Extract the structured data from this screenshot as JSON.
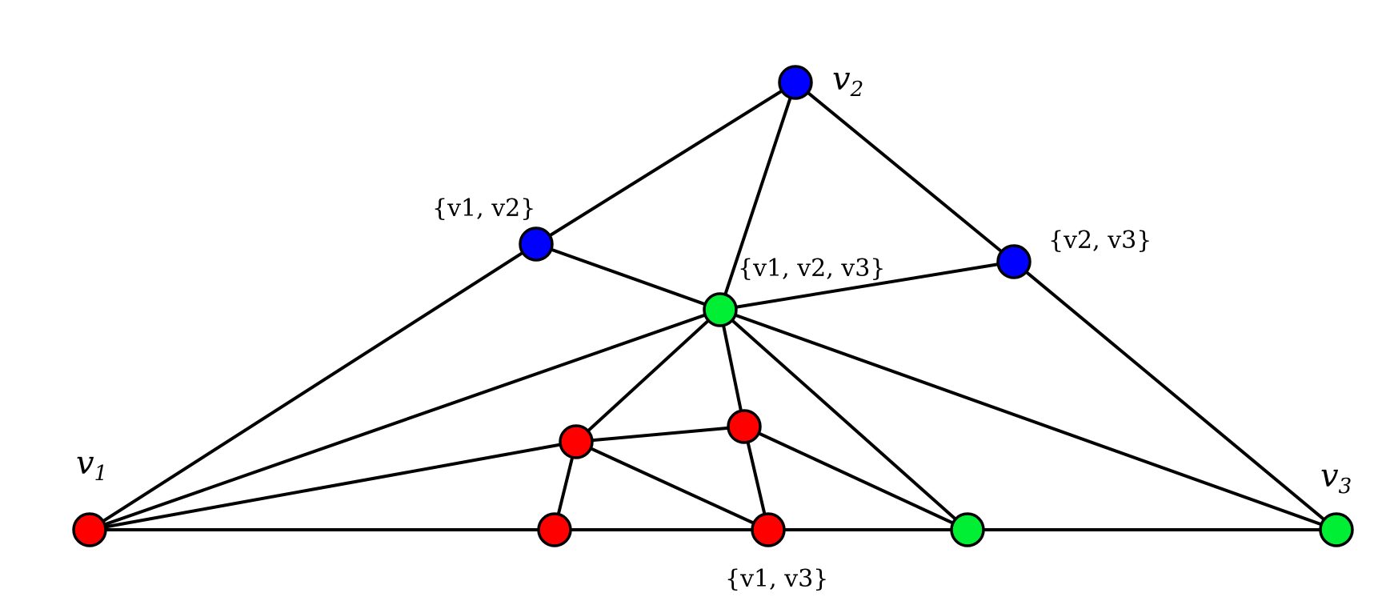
{
  "colors": {
    "red": "#ff0000",
    "green": "#00ee33",
    "blue": "#0000ff",
    "edge": "#000000"
  },
  "vertices": {
    "v1": {
      "label_base": "v",
      "label_sub": "1",
      "color": "red"
    },
    "v2": {
      "label_base": "v",
      "label_sub": "2",
      "color": "blue"
    },
    "v3": {
      "label_base": "v",
      "label_sub": "3",
      "color": "green"
    },
    "v12": {
      "label": "{v1, v2}",
      "color": "blue"
    },
    "v23": {
      "label": "{v2, v3}",
      "color": "blue"
    },
    "v123": {
      "label": "{v1, v2, v3}",
      "color": "green"
    },
    "v13": {
      "label": "{v1, v3}",
      "color": "red"
    },
    "rA": {
      "color": "red"
    },
    "rB": {
      "color": "red"
    },
    "rC": {
      "color": "red"
    },
    "gB": {
      "color": "green"
    }
  },
  "edges": [
    [
      "v1",
      "v12"
    ],
    [
      "v12",
      "v2"
    ],
    [
      "v2",
      "v123"
    ],
    [
      "v2",
      "v23"
    ],
    [
      "v23",
      "v3"
    ],
    [
      "v12",
      "v123"
    ],
    [
      "v123",
      "v23"
    ],
    [
      "v123",
      "v1"
    ],
    [
      "v123",
      "v3"
    ],
    [
      "v123",
      "rA"
    ],
    [
      "v123",
      "rB"
    ],
    [
      "v123",
      "gB"
    ],
    [
      "v1",
      "rA"
    ],
    [
      "rA",
      "rB"
    ],
    [
      "rA",
      "rC"
    ],
    [
      "rA",
      "v13"
    ],
    [
      "rB",
      "v13"
    ],
    [
      "rB",
      "gB"
    ],
    [
      "v1",
      "rC"
    ],
    [
      "rC",
      "v13"
    ],
    [
      "v13",
      "gB"
    ],
    [
      "gB",
      "v3"
    ]
  ]
}
